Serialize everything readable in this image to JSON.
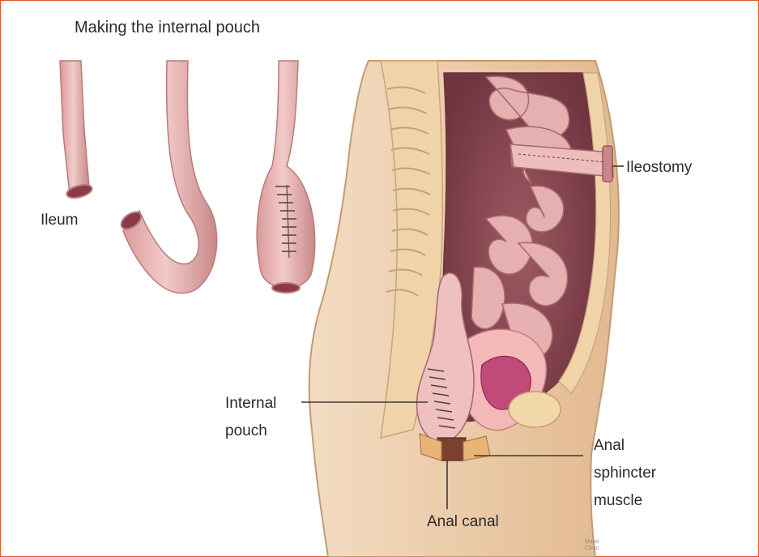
{
  "diagram": {
    "title": "Making the internal pouch",
    "labels": {
      "ileum": "Ileum",
      "ileostomy": "Ileostomy",
      "internal_pouch_line1": "Internal",
      "internal_pouch_line2": "pouch",
      "anal_sphincter_line1": "Anal",
      "anal_sphincter_line2": "sphincter",
      "anal_sphincter_line3": "muscle",
      "anal_canal": "Anal canal",
      "credit_line1": "Mayo",
      "credit_line2": "Clinic"
    },
    "colors": {
      "frame": "#e0552a",
      "intestine": "#e8b4b2",
      "intestine_edge": "#b97a7a",
      "skin": "#eac9a6",
      "tissue": "#f0d3a8",
      "cavity": "#8c4a52",
      "lumen": "#8a3a4a"
    }
  }
}
